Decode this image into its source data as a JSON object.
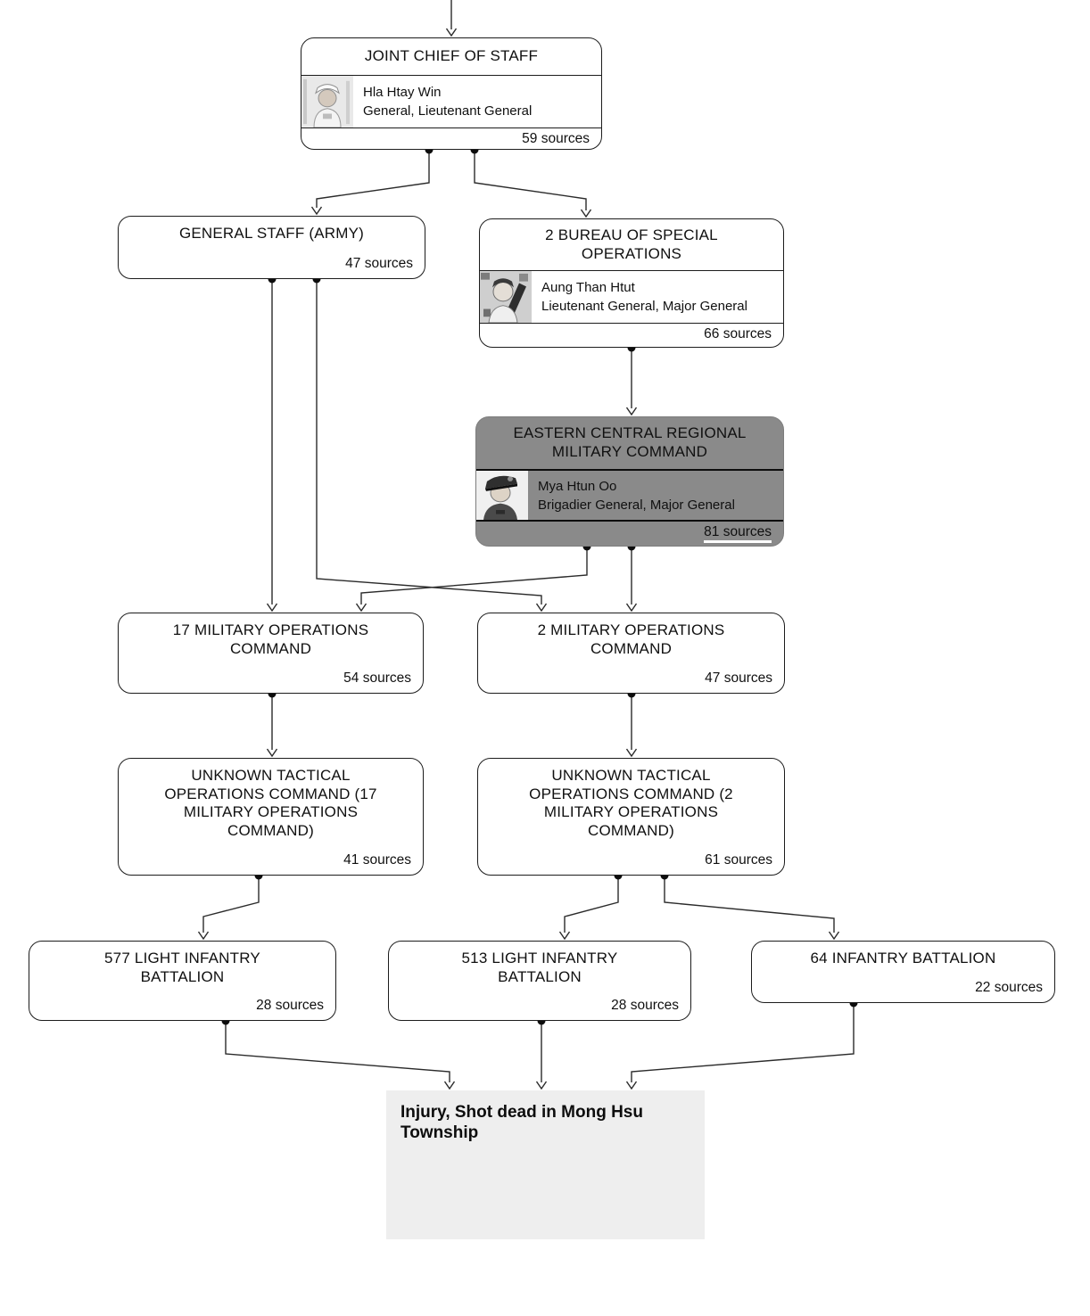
{
  "nodes": {
    "joint_chief": {
      "title": "JOINT CHIEF OF STAFF",
      "person": {
        "name": "Hla Htay Win",
        "ranks": "General, Lieutenant General",
        "photo": "officer-portrait-light-uniform"
      },
      "sources": "59 sources"
    },
    "general_staff": {
      "title": "GENERAL STAFF (ARMY)",
      "sources": "47 sources"
    },
    "bureau_special_ops": {
      "title": "2 BUREAU OF SPECIAL OPERATIONS",
      "person": {
        "name": "Aung Than Htut",
        "ranks": "Lieutenant General, Major General",
        "photo": "officer-portrait-dark"
      },
      "sources": "66 sources"
    },
    "eastern_central_command": {
      "title": "EASTERN CENTRAL REGIONAL MILITARY COMMAND",
      "person": {
        "name": "Mya Htun Oo",
        "ranks": "Brigadier General, Major General",
        "photo": "officer-portrait-cap"
      },
      "sources": "81 sources",
      "highlighted": true
    },
    "moc17": {
      "title": "17 MILITARY OPERATIONS COMMAND",
      "sources": "54 sources"
    },
    "moc2": {
      "title": "2 MILITARY OPERATIONS COMMAND",
      "sources": "47 sources"
    },
    "utoc17": {
      "title": "UNKNOWN TACTICAL OPERATIONS COMMAND (17 MILITARY OPERATIONS COMMAND)",
      "sources": "41 sources"
    },
    "utoc2": {
      "title": "UNKNOWN TACTICAL OPERATIONS COMMAND (2 MILITARY OPERATIONS COMMAND)",
      "sources": "61 sources"
    },
    "lib577": {
      "title": "577 LIGHT INFANTRY BATTALION",
      "sources": "28 sources"
    },
    "lib513": {
      "title": "513 LIGHT INFANTRY BATTALION",
      "sources": "28 sources"
    },
    "ib64": {
      "title": "64 INFANTRY BATTALION",
      "sources": "22 sources"
    }
  },
  "event": {
    "label": "Injury, Shot dead in Mong Hsu Township"
  },
  "colors": {
    "node_border": "#1c1c1c",
    "highlight_node_bg": "#8a8a8a",
    "highlight_underline": "#ffffff",
    "event_bg": "#eeeeee",
    "connector": "#2b2b2b",
    "junction_dot": "#0d0d0d"
  }
}
